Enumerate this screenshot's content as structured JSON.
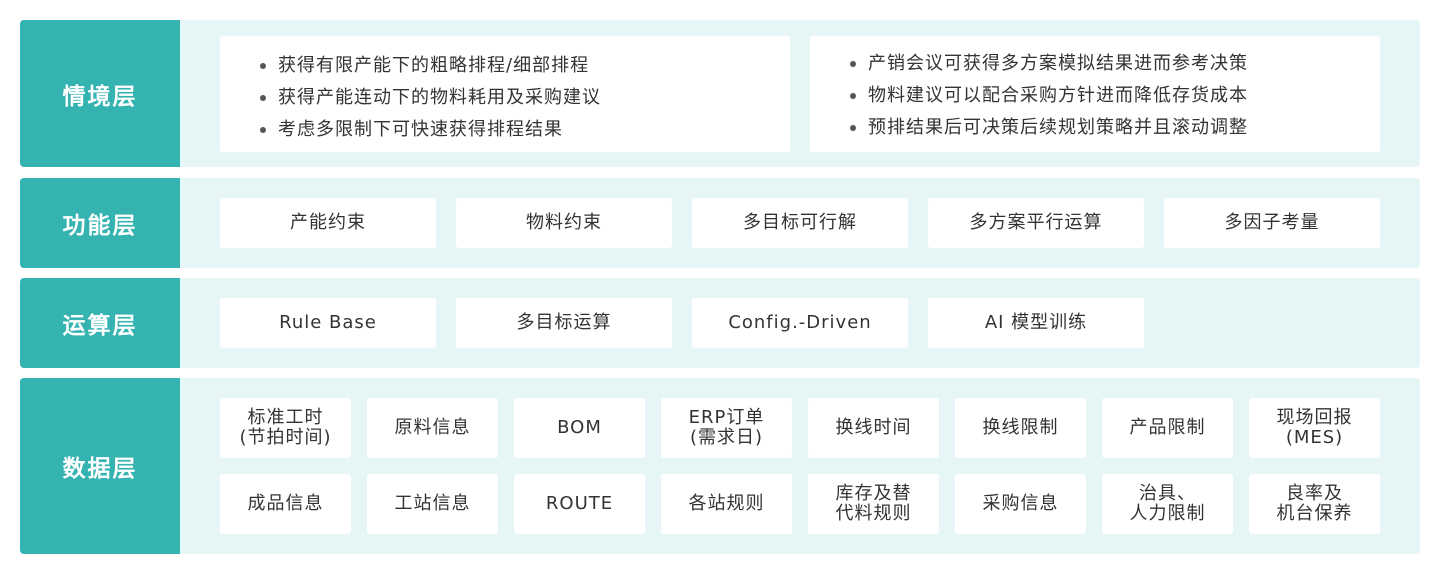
{
  "colors": {
    "label_bg": "#34b3b1",
    "layer_bg": "#e6f6f6",
    "box_bg": "#ffffff"
  },
  "layers": {
    "scenario": {
      "label": "情境层",
      "left_bullets": [
        "获得有限产能下的粗略排程/细部排程",
        "获得产能连动下的物料耗用及采购建议",
        "考虑多限制下可快速获得排程结果"
      ],
      "right_bullets": [
        "产销会议可获得多方案模拟结果进而参考决策",
        "物料建议可以配合采购方针进而降低存货成本",
        "预排结果后可决策后续规划策略并且滚动调整"
      ]
    },
    "function": {
      "label": "功能层",
      "items": [
        "产能约束",
        "物料约束",
        "多目标可行解",
        "多方案平行运算",
        "多因子考量"
      ]
    },
    "compute": {
      "label": "运算层",
      "items": [
        "Rule Base",
        "多目标运算",
        "Config.-Driven",
        "AI 模型训练"
      ]
    },
    "data": {
      "label": "数据层",
      "row1": [
        "标准工时\n(节拍时间)",
        "原料信息",
        "BOM",
        "ERP订单\n(需求日)",
        "换线时间",
        "换线限制",
        "产品限制",
        "现场回报\n(MES)"
      ],
      "row2": [
        "成品信息",
        "工站信息",
        "ROUTE",
        "各站规则",
        "库存及替\n代料规则",
        "采购信息",
        "治具、\n人力限制",
        "良率及\n机台保养"
      ]
    }
  }
}
